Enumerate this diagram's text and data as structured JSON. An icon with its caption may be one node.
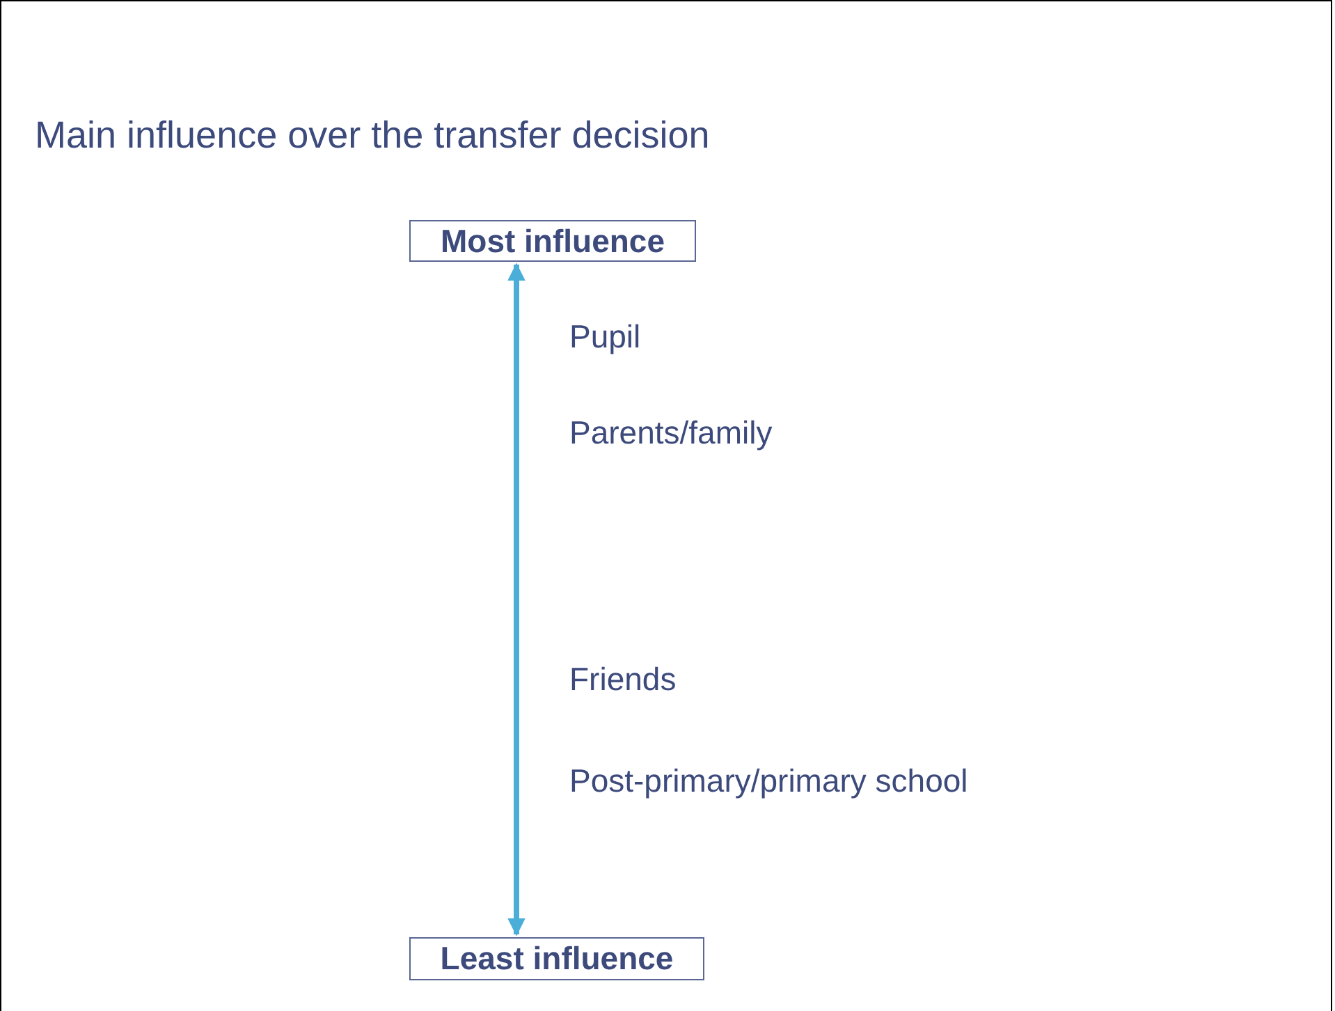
{
  "diagram": {
    "title": "Main influence over the transfer decision",
    "nodes": [
      {
        "text": [
          "Most influence"
        ]
      },
      {
        "text": [
          "Least influence"
        ]
      }
    ],
    "edges": [
      {
        "from": 0,
        "to": 1,
        "arrow": "both"
      }
    ],
    "labels": [
      "Pupil",
      "Parents/family",
      "Friends",
      "Post-primary/primary school"
    ]
  }
}
